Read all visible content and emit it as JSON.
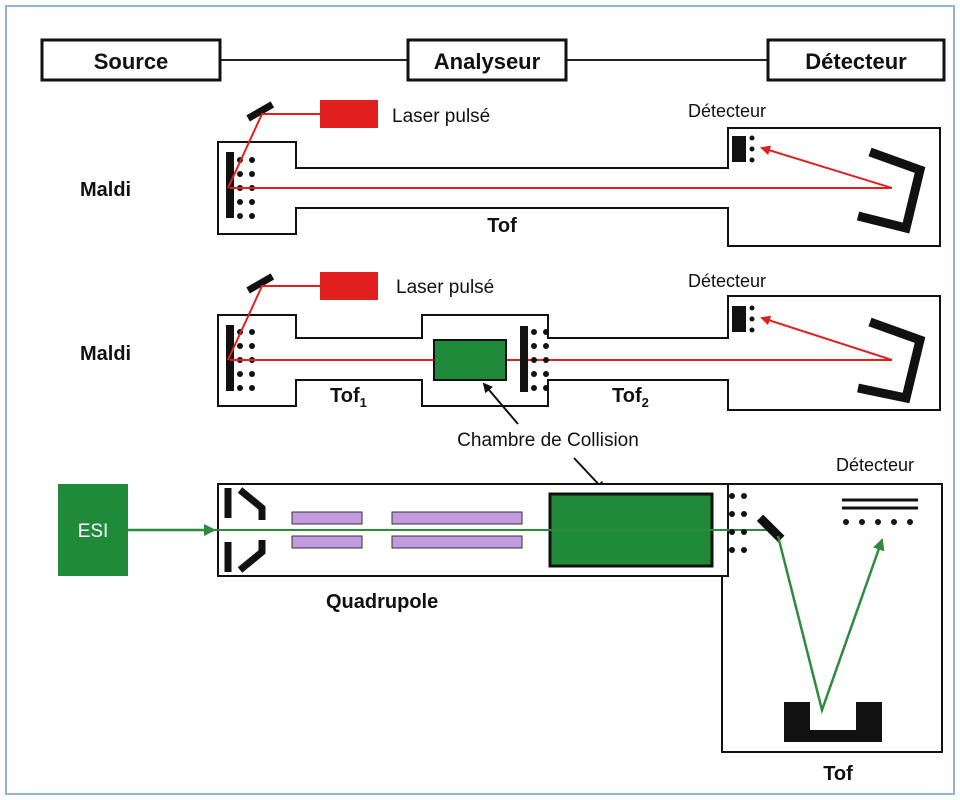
{
  "header": {
    "source": "Source",
    "analyseur": "Analyseur",
    "detecteur": "Détecteur"
  },
  "diagram1": {
    "source_label": "Maldi",
    "laser_label": "Laser pulsé",
    "detector_label": "Détecteur",
    "analyzer_label": "Tof"
  },
  "diagram2": {
    "source_label": "Maldi",
    "laser_label": "Laser pulsé",
    "detector_label": "Détecteur",
    "tof1_base": "Tof",
    "tof1_sub": "1",
    "tof2_base": "Tof",
    "tof2_sub": "2",
    "collision_label": "Chambre de Collision"
  },
  "diagram3": {
    "source_label": "ESI",
    "analyzer_label": "Quadrupole",
    "detector_label": "Détecteur",
    "tof_label": "Tof"
  },
  "colors": {
    "frame_border": "#8fb4d8",
    "laser": "#e21f1f",
    "beam_red": "#e21f1f",
    "beam_green": "#2e8b3e",
    "collision_fill": "#1f8a3a",
    "esi_fill": "#1f8a3a",
    "quad_rod": "#c39be0",
    "ink": "#111111"
  }
}
